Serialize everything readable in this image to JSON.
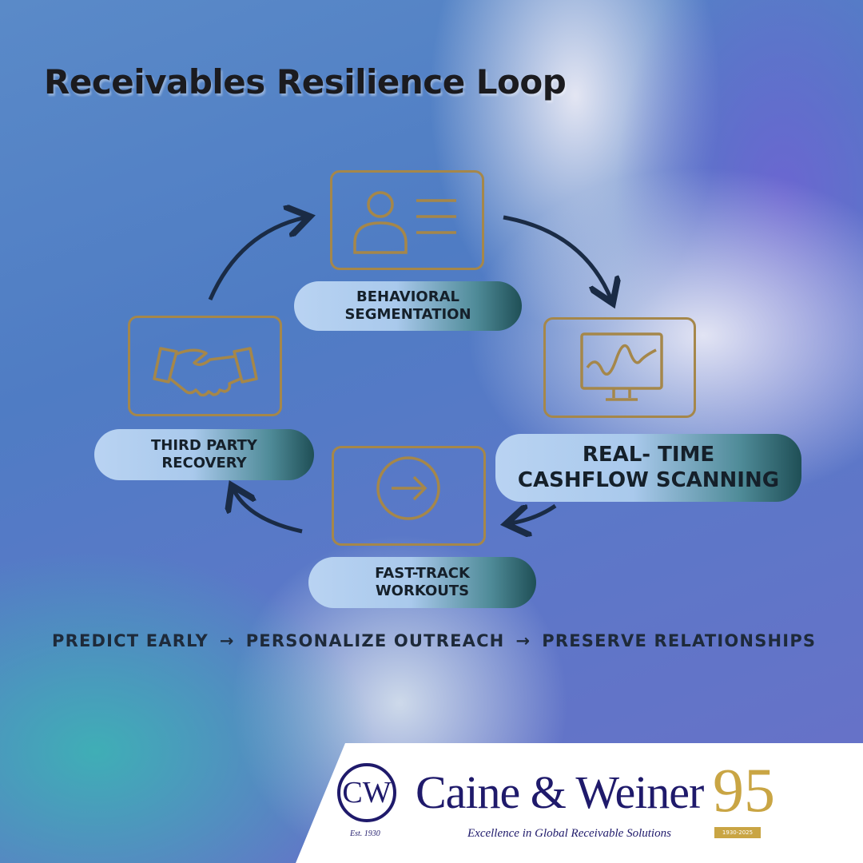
{
  "title": "Receivables Resilience Loop",
  "steps": [
    {
      "label_line1": "BEHAVIORAL",
      "label_line2": "SEGMENTATION",
      "icon": "person-card-icon"
    },
    {
      "label_line1": "REAL- TIME",
      "label_line2": "CASHFLOW SCANNING",
      "icon": "monitor-chart-icon"
    },
    {
      "label_line1": "FAST-TRACK",
      "label_line2": "WORKOUTS",
      "icon": "arrow-circle-icon"
    },
    {
      "label_line1": "THIRD PARTY",
      "label_line2": "RECOVERY",
      "icon": "handshake-icon"
    }
  ],
  "tagline": {
    "part1": "PREDICT EARLY",
    "arrow": "→",
    "part2": "PERSONALIZE OUTREACH",
    "part3": "PRESERVE RELATIONSHIPS"
  },
  "footer": {
    "company": "Caine & Weiner",
    "slogan": "Excellence in Global Receivable Solutions",
    "established": "Est. 1930",
    "monogram": "CW",
    "anniversary": "95",
    "anniversary_years": "1930-2025"
  },
  "colors": {
    "gold": "#a5874a",
    "navy": "#1f1a6b",
    "arrow": "#1a2b45"
  }
}
